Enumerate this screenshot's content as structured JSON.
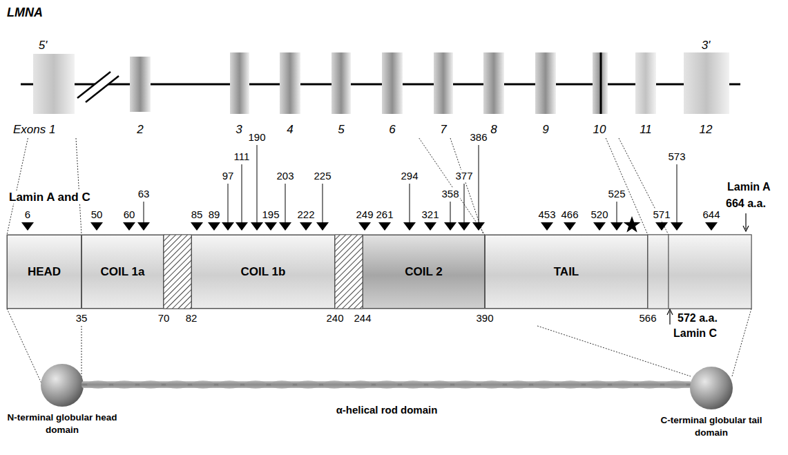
{
  "diagram": {
    "title": "LMNA",
    "nodes": [
      {
        "text": [
          "HEAD"
        ]
      },
      {
        "text": [
          "COIL 1a"
        ]
      },
      {
        "text": [
          "COIL 1b"
        ]
      },
      {
        "text": [
          "COIL 2"
        ]
      },
      {
        "text": [
          "TAIL"
        ]
      },
      {
        "text": [
          "N-terminal globular head domain"
        ]
      },
      {
        "text": [
          "α-helical rod domain"
        ]
      },
      {
        "text": [
          "C-terminal globular tail domain"
        ]
      }
    ],
    "labels": [
      "5'",
      "3'",
      "Exons 1",
      "2",
      "3",
      "4",
      "5",
      "6",
      "7",
      "8",
      "9",
      "10",
      "11",
      "12",
      "Lamin A and C",
      "6",
      "50",
      "60",
      "63",
      "85",
      "89",
      "97",
      "111",
      "190",
      "195",
      "203",
      "222",
      "225",
      "249",
      "261",
      "294",
      "321",
      "358",
      "377",
      "386",
      "453",
      "466",
      "520",
      "525",
      "571",
      "573",
      "644",
      "Lamin A",
      "664 a.a.",
      "35",
      "70",
      "82",
      "240",
      "244",
      "390",
      "566",
      "572 a.a.",
      "Lamin C"
    ]
  }
}
